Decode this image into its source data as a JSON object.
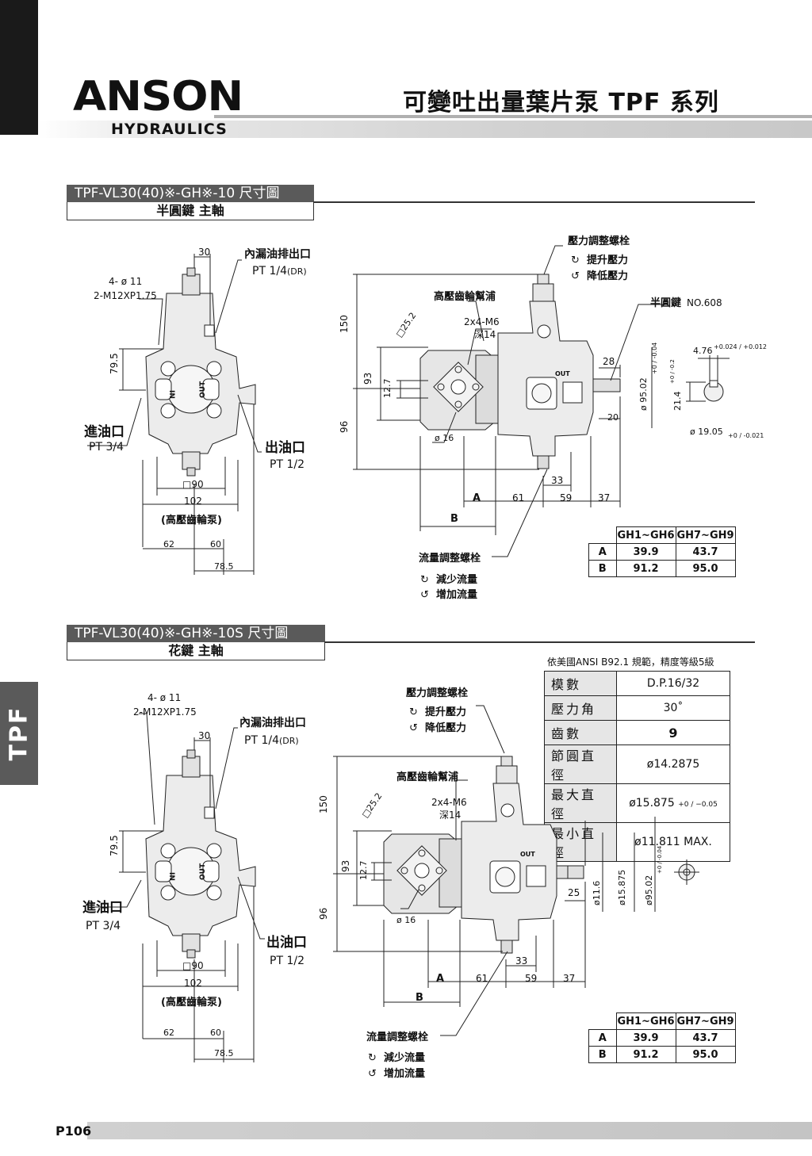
{
  "header": {
    "logo_main": "ANSON",
    "logo_sub": "HYDRAULICS",
    "title": "可變吐出量葉片泵 TPF 系列"
  },
  "side_tab": "TPF",
  "page_number": "P106",
  "section1": {
    "title": "TPF-VL30(40)※-GH※-10  尺寸圖",
    "subtitle": "半圓鍵  主軸",
    "labels": {
      "holes": "4- ø 11",
      "thread": "2-M12XP1.75",
      "drain": "內漏油排出口",
      "drain_size": "PT 1/4",
      "drain_code": "(DR)",
      "inlet": "進油口",
      "inlet_size": "PT 3/4",
      "outlet": "出油口",
      "outlet_size": "PT 1/2",
      "gear_pump": "(高壓齒輪泵)",
      "pressure_screw": "壓力調整螺栓",
      "pressure_up": "提升壓力",
      "pressure_down": "降低壓力",
      "gear_plate": "高壓齒輪幫浦",
      "screw": "2x4-M6",
      "depth": "深14",
      "key": "半圓鍵",
      "key_no": "NO.608",
      "flow_screw": "流量調整螺栓",
      "flow_down": "減少流量",
      "flow_up": "增加流量",
      "out": "OUT",
      "in_mark": "IN",
      "out_mark": "OUT"
    },
    "dims": {
      "d30": "30",
      "d79_5": "79.5",
      "sq90": "□90",
      "d102": "102",
      "d62": "62",
      "d60": "60",
      "d78_5": "78.5",
      "d150": "150",
      "d93": "93",
      "d96": "96",
      "d12_7": "12.7",
      "sq25_2": "□25.2",
      "d16": "ø 16",
      "d28": "28",
      "d20": "20",
      "d95": "ø 95.02",
      "d95_tol": "+0 / -0.04",
      "d33": "33",
      "d61": "61",
      "d59": "59",
      "d37": "37",
      "dA": "A",
      "dB": "B",
      "key_w": "4.76",
      "key_w_tol": "+0.024 / +0.012",
      "key_h": "21.4",
      "key_h_tol": "+0 / -0.2",
      "shaft": "ø 19.05",
      "shaft_tol": "+0 / -0.021"
    },
    "table": {
      "headers": [
        "",
        "GH1~GH6",
        "GH7~GH9"
      ],
      "rows": [
        [
          "A",
          "39.9",
          "43.7"
        ],
        [
          "B",
          "91.2",
          "95.0"
        ]
      ]
    }
  },
  "section2": {
    "title": "TPF-VL30(40)※-GH※-10S  尺寸圖",
    "subtitle": "花鍵  主軸",
    "labels": {
      "holes": "4- ø 11",
      "thread": "2-M12XP1.75",
      "drain": "內漏油排出口",
      "drain_size": "PT 1/4",
      "drain_code": "(DR)",
      "inlet": "進油口",
      "inlet_size": "PT 3/4",
      "outlet": "出油口",
      "outlet_size": "PT 1/2",
      "gear_pump": "(高壓齒輪泵)",
      "pressure_screw": "壓力調整螺栓",
      "pressure_up": "提升壓力",
      "pressure_down": "降低壓力",
      "gear_plate": "高壓齒輪幫浦",
      "screw": "2x4-M6",
      "depth": "深14",
      "flow_screw": "流量調整螺栓",
      "flow_down": "減少流量",
      "flow_up": "增加流量",
      "out": "OUT",
      "in_mark": "IN",
      "out_mark": "OUT"
    },
    "dims": {
      "d30": "30",
      "d79_5": "79.5",
      "sq90": "□90",
      "d102": "102",
      "d62": "62",
      "d60": "60",
      "d78_5": "78.5",
      "d150": "150",
      "d93": "93",
      "d96": "96",
      "d12_7": "12.7",
      "sq25_2": "□25.2",
      "d16": "ø 16",
      "d25": "25",
      "d11_6": "ø11.6",
      "d15_875": "ø15.875",
      "d95": "ø95.02",
      "d95_tol": "+0 / -0.04",
      "d33": "33",
      "d61": "61",
      "d59": "59",
      "d37": "37",
      "dA": "A",
      "dB": "B"
    },
    "spec_note": "依美國ANSI  B92.1 規範，精度等級5級",
    "spec": [
      {
        "label": "模數",
        "value": "D.P.16/32"
      },
      {
        "label": "壓力角",
        "value": "30˚"
      },
      {
        "label": "齒數",
        "value": "9"
      },
      {
        "label": "節圓直徑",
        "value": "ø14.2875"
      },
      {
        "label": "最大直徑",
        "value": "ø15.875",
        "tol": "+0 / −0.05"
      },
      {
        "label": "最小直徑",
        "value": "ø11.811 MAX."
      }
    ],
    "table": {
      "headers": [
        "",
        "GH1~GH6",
        "GH7~GH9"
      ],
      "rows": [
        [
          "A",
          "39.9",
          "43.7"
        ],
        [
          "B",
          "91.2",
          "95.0"
        ]
      ]
    }
  }
}
